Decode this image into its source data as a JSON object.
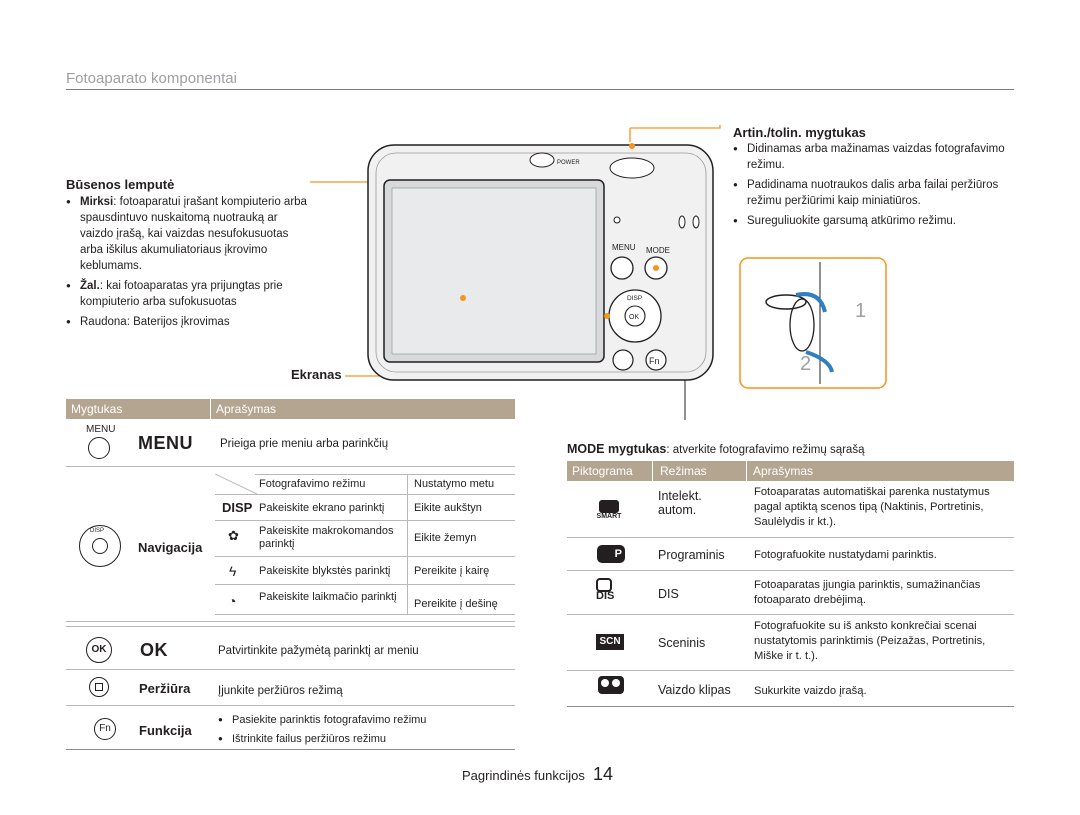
{
  "section_title": "Fotoaparato komponentai",
  "status_lamp": {
    "heading": "Būsenos lemputė",
    "items": [
      {
        "bold": "Mirksi",
        "text": ": fotoaparatui įrašant kompiuterio arba spausdintuvo nuskaitomą nuotrauką ar vaizdo įrašą, kai vaizdas nesufokusuotas arba iškilus akumuliatoriaus įkrovimo keblumams."
      },
      {
        "bold": "Žal.",
        "text": ": kai fotoaparatas yra prijungtas prie kompiuterio arba sufokusuotas"
      },
      {
        "bold": "Raudona",
        "text": ": Baterijos įkrovimas"
      }
    ]
  },
  "zoom": {
    "heading": "Artin./tolin. mygtukas",
    "items": [
      "Didinamas arba mažinamas vaizdas fotografavimo režimu.",
      "Padidinama nuotraukos dalis arba failai peržiūros režimu peržiūrimi kaip miniatiūros.",
      "Sureguliuokite garsumą atkūrimo režimu."
    ]
  },
  "screen_label": "Ekranas",
  "camera": {
    "power_label": "POWER",
    "menu_label": "MENU",
    "mode_label": "MODE",
    "disp_label": "DISP",
    "ok_label": "OK",
    "fn_label": "Fn",
    "step1": "1",
    "step2": "2"
  },
  "left_table": {
    "headers": [
      "Mygtukas",
      "Aprašymas"
    ],
    "menu": {
      "icon_label": "MENU",
      "name": "MENU",
      "desc": "Prieiga prie meniu arba parinkčių"
    },
    "nav": {
      "icon_label": "DISP",
      "name": "Navigacija",
      "col_headers": [
        "Fotografavimo režimu",
        "Nustatymo metu"
      ],
      "rows": [
        {
          "icon": "DISP",
          "shoot": "Pakeiskite ekrano parinktį",
          "set": "Eikite aukštyn"
        },
        {
          "icon": "✿",
          "shoot": "Pakeiskite makrokomandos parinktį",
          "set": "Eikite žemyn"
        },
        {
          "icon": "ϟ",
          "shoot": "Pakeiskite blykstės parinktį",
          "set": "Pereikite į kairę"
        },
        {
          "icon": "◔",
          "shoot": "Pakeiskite laikmačio parinktį",
          "set": "Pereikite į dešinę"
        }
      ]
    },
    "ok": {
      "icon_label": "OK",
      "name": "OK",
      "desc": "Patvirtinkite pažymėtą parinktį ar meniu"
    },
    "review": {
      "name": "Peržiūra",
      "desc": "Įjunkite peržiūros režimą"
    },
    "func": {
      "icon_label": "Fn",
      "name": "Funkcija",
      "items": [
        "Pasiekite parinktis fotografavimo režimu",
        "Ištrinkite failus peržiūros režimu"
      ]
    }
  },
  "mode_caption": {
    "bold": "MODE mygtukas",
    "text": ": atverkite fotografavimo režimų sąrašą"
  },
  "mode_table": {
    "headers": [
      "Piktograma",
      "Režimas",
      "Aprašymas"
    ],
    "rows": [
      {
        "icon": "SMART",
        "mode": "Intelekt. autom.",
        "desc": "Fotoaparatas automatiškai parenka nustatymus pagal aptiktą scenos tipą (Naktinis, Portretinis, Saulėlydis ir kt.)."
      },
      {
        "icon": "P",
        "mode": "Programinis",
        "desc": "Fotografuokite nustatydami parinktis."
      },
      {
        "icon": "DIS",
        "mode": "DIS",
        "desc": "Fotoaparatas įjungia parinktis, sumažinančias fotoaparato drebėjimą."
      },
      {
        "icon": "SCN",
        "mode": "Sceninis",
        "desc": "Fotografuokite su iš anksto konkrečiai scenai nustatytomis parinktimis (Peizažas, Portretinis, Miške ir t. t.)."
      },
      {
        "icon": "movie",
        "mode": "Vaizdo klipas",
        "desc": "Sukurkite vaizdo įrašą."
      }
    ]
  },
  "footer": {
    "text": "Pagrindinės funkcijos",
    "page": "14"
  },
  "colors": {
    "accent_orange": "#f7941d",
    "table_header": "#b4a590"
  }
}
